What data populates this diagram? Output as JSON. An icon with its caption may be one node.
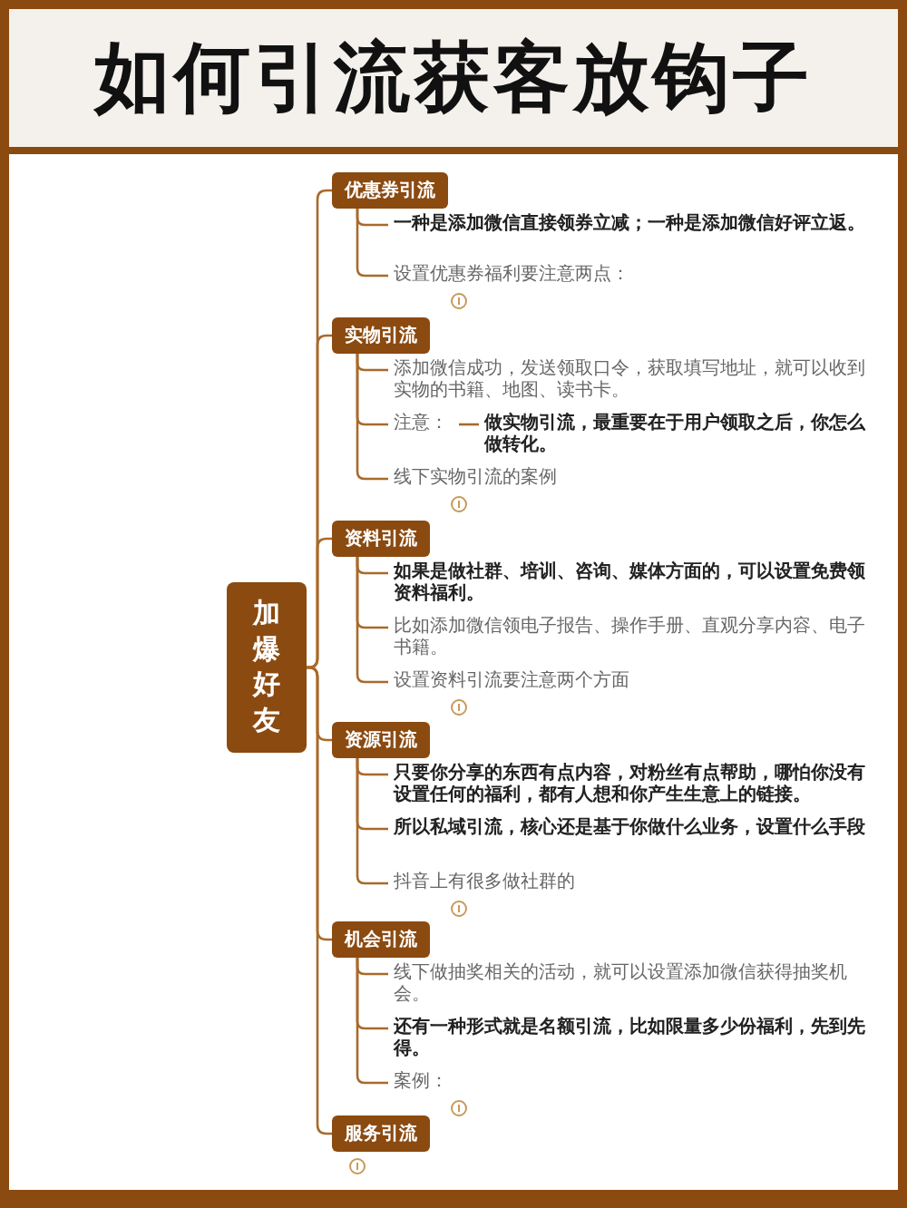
{
  "diagram": {
    "title": "如何引流获客放钩子",
    "nodes": [
      {
        "text": [
          "加爆好友"
        ]
      },
      {
        "text": [
          "优惠券引流"
        ]
      },
      {
        "text": [
          "一种是添加微信直接领券立减；一种是添加微信好评立返。"
        ]
      },
      {
        "text": [
          "设置优惠券福利要注意两点："
        ]
      },
      {
        "text": [
          "实物引流"
        ]
      },
      {
        "text": [
          "添加微信成功，发送领取口令，获取填写地址，就可以收到实物的书籍、地图、读书卡。"
        ]
      },
      {
        "text": [
          "注意："
        ]
      },
      {
        "text": [
          "做实物引流，最重要在于用户领取之后，你怎么做转化。"
        ]
      },
      {
        "text": [
          "线下实物引流的案例"
        ]
      },
      {
        "text": [
          "资料引流"
        ]
      },
      {
        "text": [
          "如果是做社群、培训、咨询、媒体方面的，可以设置免费领资料福利。"
        ]
      },
      {
        "text": [
          "比如添加微信领电子报告、操作手册、直观分享内容、电子书籍。"
        ]
      },
      {
        "text": [
          "设置资料引流要注意两个方面"
        ]
      },
      {
        "text": [
          "资源引流"
        ]
      },
      {
        "text": [
          "只要你分享的东西有点内容，对粉丝有点帮助，哪怕你没有设置任何的福利，都有人想和你产生生意上的链接。"
        ]
      },
      {
        "text": [
          "所以私域引流，核心还是基于你做什么业务，设置什么手段"
        ]
      },
      {
        "text": [
          "抖音上有很多做社群的"
        ]
      },
      {
        "text": [
          "机会引流"
        ]
      },
      {
        "text": [
          "线下做抽奖相关的活动，就可以设置添加微信获得抽奖机会。"
        ]
      },
      {
        "text": [
          "还有一种形式就是名额引流，比如限量多少份福利，先到先得。"
        ]
      },
      {
        "text": [
          "案例："
        ]
      },
      {
        "text": [
          "服务引流"
        ]
      }
    ],
    "edges": [
      {
        "from": 0,
        "to": 1,
        "arrow": "none"
      },
      {
        "from": 1,
        "to": 2,
        "arrow": "none"
      },
      {
        "from": 1,
        "to": 3,
        "arrow": "none"
      },
      {
        "from": 0,
        "to": 4,
        "arrow": "none"
      },
      {
        "from": 4,
        "to": 5,
        "arrow": "none"
      },
      {
        "from": 4,
        "to": 6,
        "arrow": "none"
      },
      {
        "from": 6,
        "to": 7,
        "arrow": "none"
      },
      {
        "from": 4,
        "to": 8,
        "arrow": "none"
      },
      {
        "from": 0,
        "to": 9,
        "arrow": "none"
      },
      {
        "from": 9,
        "to": 10,
        "arrow": "none"
      },
      {
        "from": 9,
        "to": 11,
        "arrow": "none"
      },
      {
        "from": 9,
        "to": 12,
        "arrow": "none"
      },
      {
        "from": 0,
        "to": 13,
        "arrow": "none"
      },
      {
        "from": 13,
        "to": 14,
        "arrow": "none"
      },
      {
        "from": 13,
        "to": 15,
        "arrow": "none"
      },
      {
        "from": 13,
        "to": 16,
        "arrow": "none"
      },
      {
        "from": 0,
        "to": 17,
        "arrow": "none"
      },
      {
        "from": 17,
        "to": 18,
        "arrow": "none"
      },
      {
        "from": 17,
        "to": 19,
        "arrow": "none"
      },
      {
        "from": 17,
        "to": 20,
        "arrow": "none"
      },
      {
        "from": 0,
        "to": 21,
        "arrow": "none"
      }
    ]
  }
}
